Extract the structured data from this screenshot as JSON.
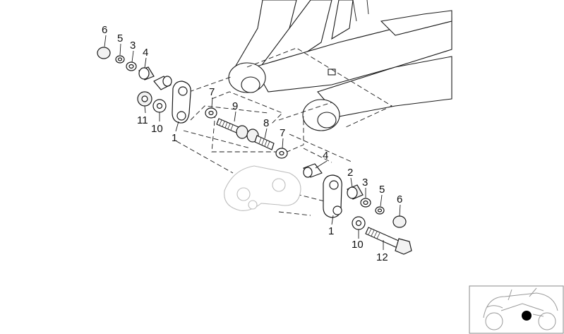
{
  "callouts": [
    {
      "id": "c6a",
      "label": "6"
    },
    {
      "id": "c5a",
      "label": "5"
    },
    {
      "id": "c3a",
      "label": "3"
    },
    {
      "id": "c4a",
      "label": "4"
    },
    {
      "id": "c11",
      "label": "11"
    },
    {
      "id": "c10a",
      "label": "10"
    },
    {
      "id": "c1a",
      "label": "1"
    },
    {
      "id": "c7a",
      "label": "7"
    },
    {
      "id": "c9",
      "label": "9"
    },
    {
      "id": "c8",
      "label": "8"
    },
    {
      "id": "c7b",
      "label": "7"
    },
    {
      "id": "c4b",
      "label": "4"
    },
    {
      "id": "c2",
      "label": "2"
    },
    {
      "id": "c3b",
      "label": "3"
    },
    {
      "id": "c5b",
      "label": "5"
    },
    {
      "id": "c6b",
      "label": "6"
    },
    {
      "id": "c1b",
      "label": "1"
    },
    {
      "id": "c10b",
      "label": "10"
    },
    {
      "id": "c12",
      "label": "12"
    }
  ],
  "thumbnail": {
    "icon": "motorcycle-locator-icon",
    "marker_color": "#000000"
  }
}
